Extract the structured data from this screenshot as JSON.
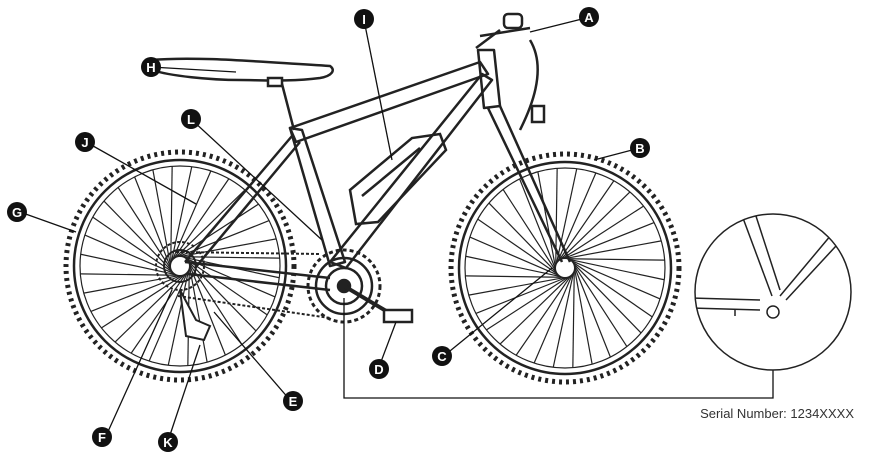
{
  "labels": {
    "a": "A",
    "b": "B",
    "c": "C",
    "d": "D",
    "e": "E",
    "f": "F",
    "g": "G",
    "h": "H",
    "i": "I",
    "j": "J",
    "k": "K",
    "l": "L"
  },
  "serial_caption": "Serial Number: 1234XXXX",
  "colors": {
    "line": "#222222",
    "callout": "#111111",
    "background": "#ffffff"
  }
}
